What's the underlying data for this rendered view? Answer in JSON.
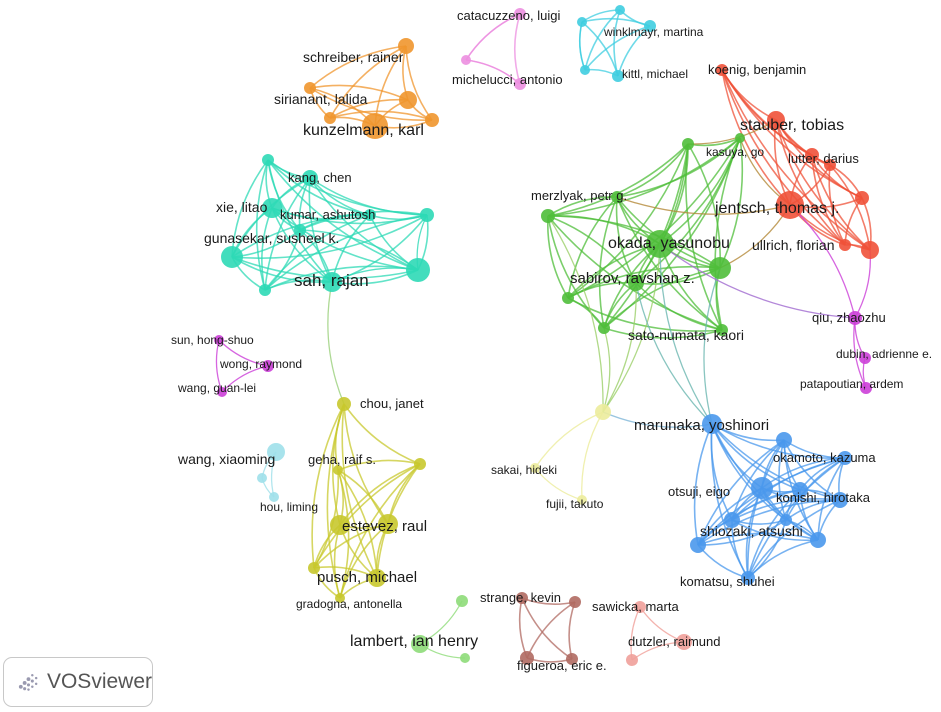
{
  "app": {
    "logo_text": "VOSviewer"
  },
  "clusters": [
    {
      "id": "orange",
      "color": "#f0962e"
    },
    {
      "id": "pink",
      "color": "#ec8fe0"
    },
    {
      "id": "cyan",
      "color": "#3fcde0"
    },
    {
      "id": "red",
      "color": "#ef5138"
    },
    {
      "id": "teal",
      "color": "#2ed9b6"
    },
    {
      "id": "green",
      "color": "#4fbe3a"
    },
    {
      "id": "magenta",
      "color": "#cc3fd8"
    },
    {
      "id": "yellow",
      "color": "#c8c82e"
    },
    {
      "id": "lightblue",
      "color": "#9fe0ea"
    },
    {
      "id": "blue",
      "color": "#4a98ec"
    },
    {
      "id": "lightgreen",
      "color": "#8edc79"
    },
    {
      "id": "brown",
      "color": "#b06a62"
    },
    {
      "id": "salmon",
      "color": "#f0a09a"
    },
    {
      "id": "paleyellow",
      "color": "#ecec9c"
    }
  ],
  "labels": [
    "schreiber, rainer",
    "sirianant, lalida",
    "kunzelmann, karl",
    "catacuzzeno, luigi",
    "michelucci, antonio",
    "winklmayr, martina",
    "kittl, michael",
    "koenig, benjamin",
    "stauber, tobias",
    "lutter, darius",
    "jentsch, thomas j.",
    "ullrich, florian",
    "kang, chen",
    "xie, litao",
    "kumar, ashutosh",
    "gunasekar, susheel k.",
    "sah, rajan",
    "kasuya, go",
    "merzlyak, petr g.",
    "okada, yasunobu",
    "sabirov, ravshan z.",
    "sato-numata, kaori",
    "qiu, zhaozhu",
    "dubin, adrienne e.",
    "patapoutian, ardem",
    "sun, hong-shuo",
    "wong, raymond",
    "wang, guan-lei",
    "chou, janet",
    "geha, raif s.",
    "estevez, raul",
    "pusch, michael",
    "gradogna, antonella",
    "wang, xiaoming",
    "hou, liming",
    "marunaka, yoshinori",
    "okamoto, kazuma",
    "otsuji, eigo",
    "konishi, hirotaka",
    "shiozaki, atsushi",
    "komatsu, shuhei",
    "sakai, hideki",
    "fujii, takuto",
    "lambert, ian henry",
    "strange, kevin",
    "figueroa, eric e.",
    "sawicka, marta",
    "dutzler, raimund"
  ]
}
